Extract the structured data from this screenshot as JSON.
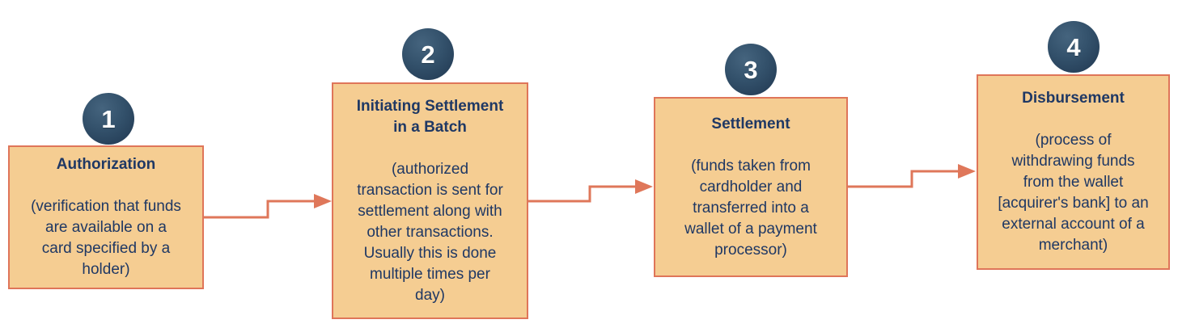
{
  "diagram": {
    "type": "process-flow",
    "colors": {
      "box_fill": "#f5cd92",
      "box_border": "#df7559",
      "connector": "#df775a",
      "circle_fill": "#2e4a63",
      "text": "#1f3864",
      "number_text": "#ffffff",
      "background": "#ffffff"
    },
    "steps": [
      {
        "number": "1",
        "title": "Authorization",
        "description": "(verification that funds\nare available on a\ncard specified by a\nholder)"
      },
      {
        "number": "2",
        "title": "Initiating Settlement\nin a Batch",
        "description": "(authorized\ntransaction is sent for\nsettlement along with\nother transactions.\nUsually this is done\nmultiple times per\nday)"
      },
      {
        "number": "3",
        "title": "Settlement",
        "description": "(funds taken from\ncardholder and\ntransferred into a\nwallet of a payment\nprocessor)"
      },
      {
        "number": "4",
        "title": "Disbursement",
        "description": "(process of\nwithdrawing funds\nfrom the wallet\n[acquirer's bank] to an\nexternal account of a\nmerchant)"
      }
    ]
  }
}
